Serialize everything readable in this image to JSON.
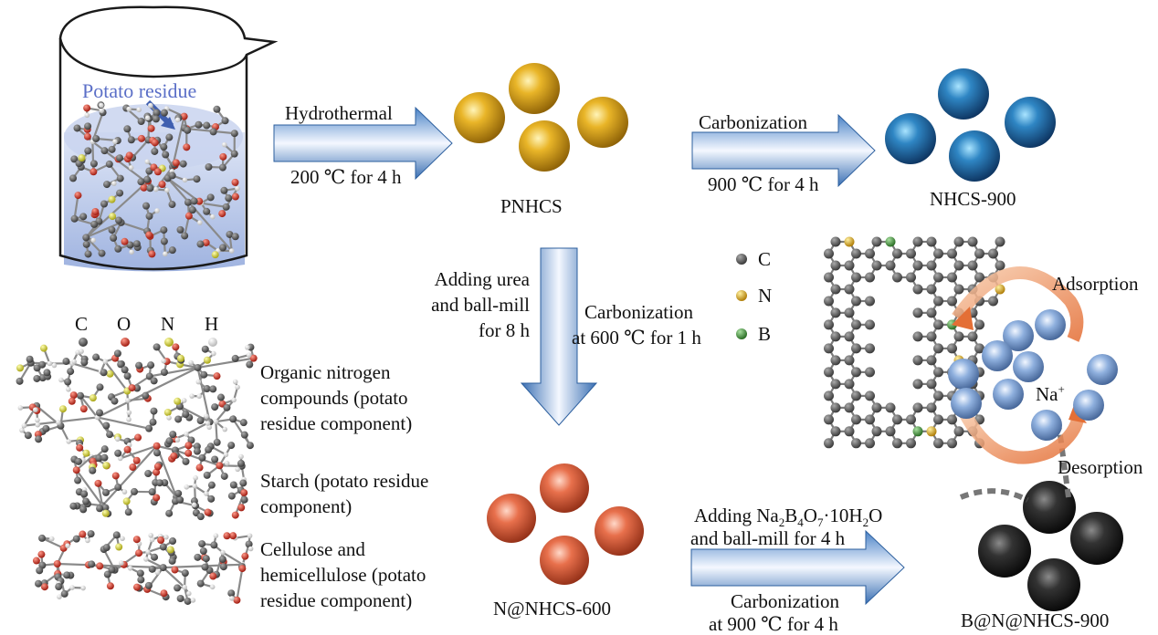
{
  "beaker": {
    "label": "Potato residue"
  },
  "step_hydrothermal": {
    "label": "Hydrothermal",
    "condition": "200 ℃  for 4 h"
  },
  "product_pnhcs": {
    "label": "PNHCS"
  },
  "step_carbonization_top": {
    "label": "Carbonization",
    "condition": "900 ℃ for 4 h"
  },
  "product_nhcs900": {
    "label": "NHCS-900"
  },
  "step_urea": {
    "line1": "Adding urea",
    "line2": "and ball-mill",
    "line3": "for 8 h",
    "carb_line1": "Carbonization",
    "carb_line2": "at 600 ℃  for 1 h"
  },
  "product_nnhcs600": {
    "label": "N@NHCS-600"
  },
  "step_borax": {
    "line1_pre": "Adding Na",
    "sub1": "2",
    "mid1": "B",
    "sub2": "4",
    "mid2": "O",
    "sub3": "7",
    "line1_post": "·10H",
    "sub4": "2",
    "line1_end": "O",
    "line2": "and ball-mill for 4 h",
    "carb_line1": "Carbonization",
    "carb_line2": "at 900 ℃  for 4 h"
  },
  "product_final": {
    "label": "B@N@NHCS-900"
  },
  "atom_legend_left": {
    "c": "C",
    "o": "O",
    "n": "N",
    "h": "H"
  },
  "atom_legend_right": {
    "c": "C",
    "n": "N",
    "b": "B"
  },
  "components": {
    "organic": {
      "line1": "Organic nitrogen",
      "line2": "compounds (potato",
      "line3": "residue component)"
    },
    "starch": {
      "line1": "Starch (potato residue",
      "line2": "component)"
    },
    "cellulose": {
      "line1": "Cellulose and",
      "line2": "hemicellulose (potato",
      "line3": "residue component)"
    }
  },
  "mechanism": {
    "adsorption": "Adsorption",
    "desorption": "Desorption",
    "ion": "Na",
    "ion_charge": "+"
  },
  "colors": {
    "arrow_dark": "#3a73b8",
    "arrow_light": "#ffffff",
    "pnhcs": "#d8a21a",
    "nhcs900": "#2a78b5",
    "nnhcs600": "#e06a4a",
    "final": "#2a2a2a",
    "na_ion": "#8aa9d8",
    "atom_c": "#555555",
    "atom_n": "#d4a020",
    "atom_b": "#3f8f3a"
  }
}
